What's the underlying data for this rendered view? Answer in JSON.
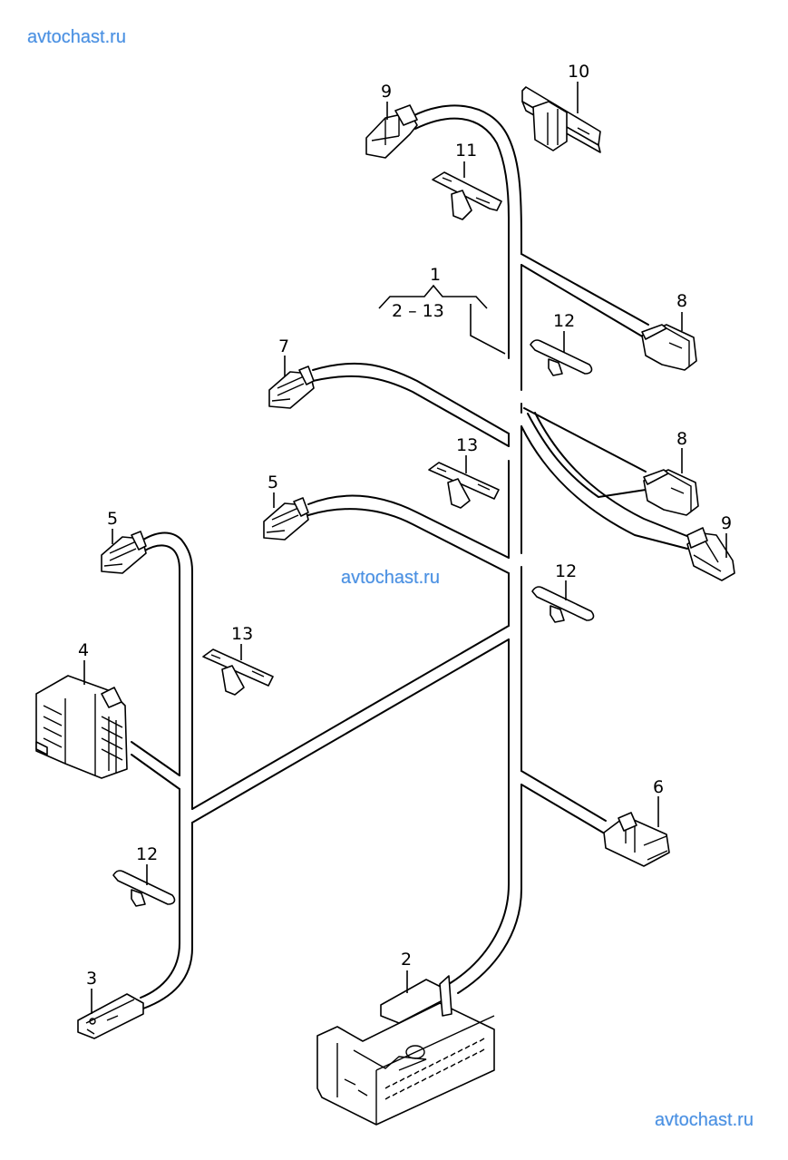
{
  "watermarks": {
    "top": "avtochast.ru",
    "middle": "avtochast.ru",
    "bottom": "avtochast.ru"
  },
  "callouts": {
    "assembly": "1",
    "assembly_range": "2 – 13",
    "p2": "2",
    "p3": "3",
    "p4": "4",
    "p5a": "5",
    "p5b": "5",
    "p6": "6",
    "p7": "7",
    "p8a": "8",
    "p8b": "8",
    "p9a": "9",
    "p9b": "9",
    "p10": "10",
    "p11": "11",
    "p12a": "12",
    "p12b": "12",
    "p12c": "12",
    "p13a": "13",
    "p13b": "13"
  },
  "colors": {
    "watermark": "#4a90e2",
    "line": "#000000",
    "background": "#ffffff"
  }
}
